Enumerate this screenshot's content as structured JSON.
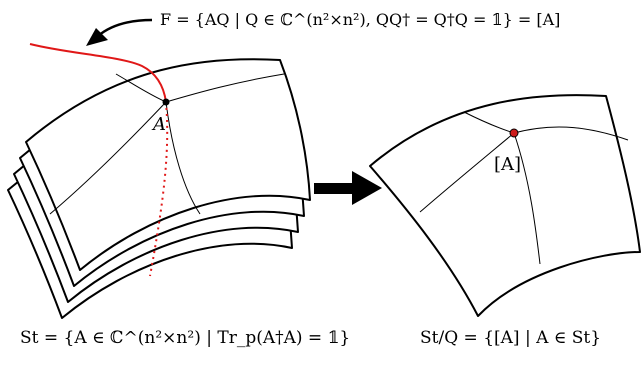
{
  "labels": {
    "point_on_stiefel": "A",
    "point_on_quotient": "[A]"
  },
  "formulas": {
    "fiber": "F = {AQ | Q ∈ ℂ^(n²×n²), QQ† = Q†Q = 𝟙} = [A]",
    "stiefel": "St = {A ∈ ℂ^(n²×n²) | Tr_p(A†A) = 𝟙}",
    "quotient": "St/Q = {[A] | A ∈ St}"
  },
  "colors": {
    "ink": "#000000",
    "fiber": "#e01818",
    "point_left": "#000000",
    "point_right": "#cc1a1a"
  },
  "icons": {
    "map_arrow": "arrow-right-icon",
    "pointer_arrow": "curved-arrow-icon"
  }
}
